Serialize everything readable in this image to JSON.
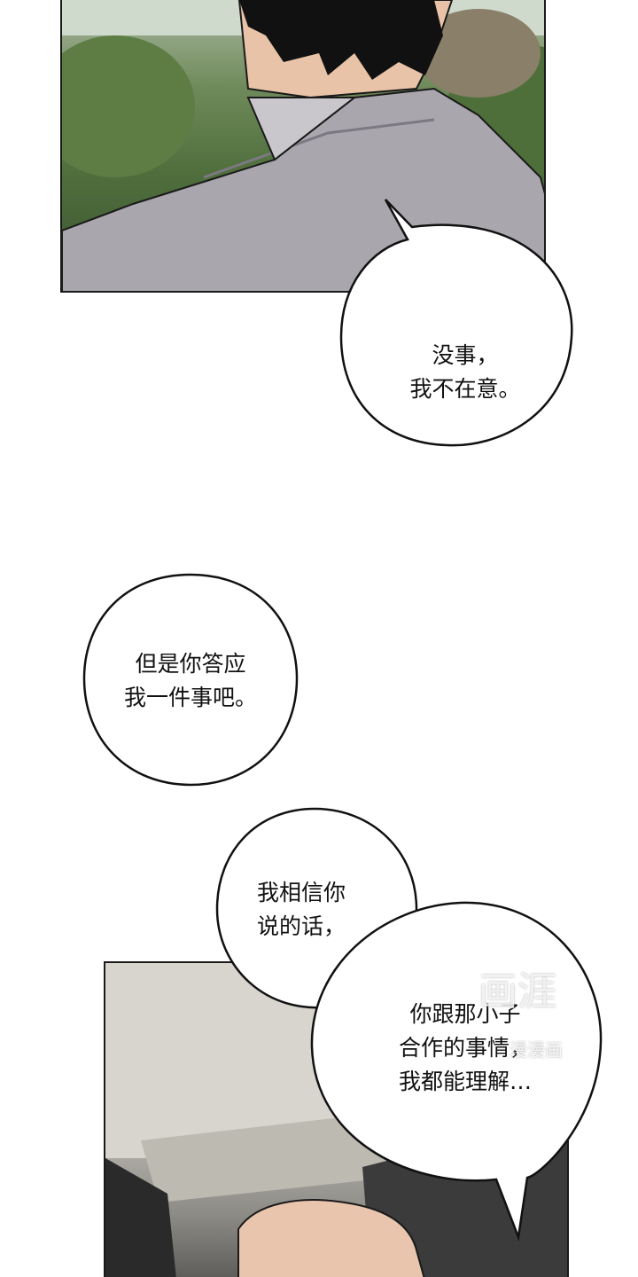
{
  "bubbles": {
    "b1": {
      "line1": "没事，",
      "line2": "我不在意。"
    },
    "b2": {
      "line1": "但是你答应",
      "line2": "我一件事吧。"
    },
    "b3": {
      "line1": "我相信你",
      "line2": "说的话，"
    },
    "b4": {
      "line1": "你跟那小子",
      "line2": "合作的事情，",
      "line3": "我都能理解…"
    }
  },
  "watermark": {
    "big": "画涯",
    "small": "漫漫画"
  }
}
